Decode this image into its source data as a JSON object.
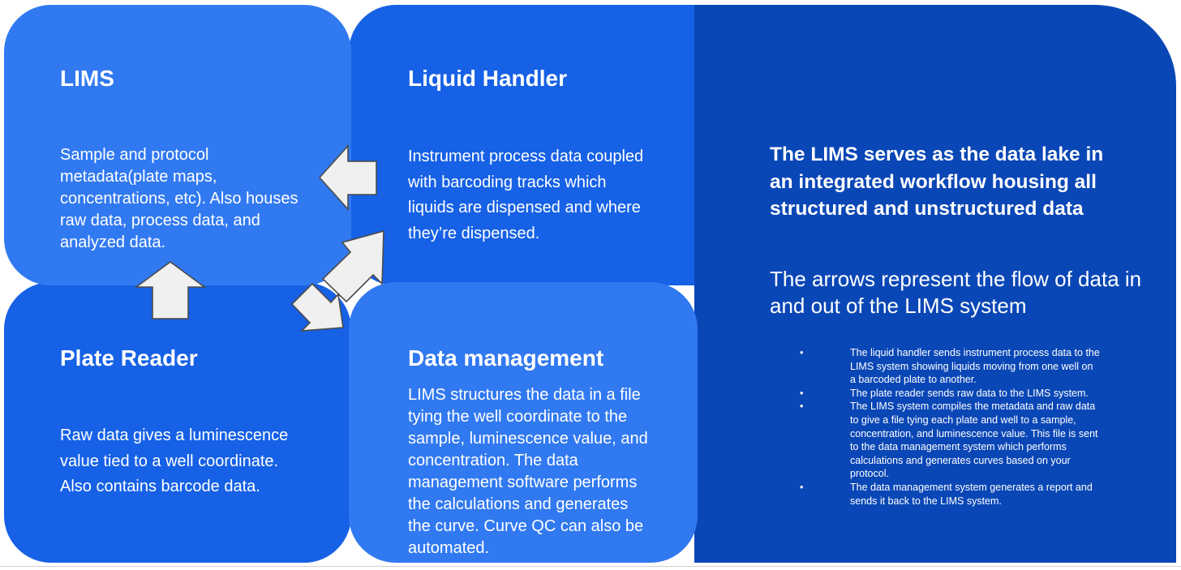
{
  "panels": {
    "lims": {
      "title": "LIMS",
      "body": "Sample and protocol metadata(plate maps, concentrations, etc). Also houses raw data, process data, and analyzed data."
    },
    "liquid_handler": {
      "title": "Liquid Handler",
      "body": "Instrument process data coupled with barcoding tracks which liquids are dispensed and where they’re dispensed."
    },
    "plate_reader": {
      "title": "Plate Reader",
      "body": "Raw data gives a luminescence value tied to a well coordinate. Also contains barcode data."
    },
    "data_management": {
      "title": "Data management",
      "body": "LIMS structures the data in a file tying the well coordinate to the sample, luminescence value, and concentration. The data management software performs the calculations and generates the curve. Curve QC can also be automated."
    }
  },
  "summary": {
    "headline": "The LIMS serves as the data lake in an integrated workflow housing all structured and unstructured data",
    "subheadline": "The arrows represent the flow of data in and out of the LIMS system",
    "bullet_symbol": "•",
    "bullets": [
      "The liquid handler sends instrument process data to the LIMS system showing liquids moving from one well on a barcoded plate to another.",
      "The plate reader sends raw data to the LIMS system.",
      "The LIMS system compiles the metadata and raw data to give a file tying each plate and well to a sample, concentration, and luminescence value. This file is sent to the data management system which performs calculations and generates curves based on your protocol.",
      "The data management system generates a report and sends it back to the LIMS system."
    ]
  },
  "colors": {
    "light_blue": "#3179f1",
    "medium_blue": "#1661e6",
    "dark_blue": "#0a47b6",
    "arrow_fill": "#f0f0f0",
    "arrow_stroke": "#4b4b4b"
  },
  "icons": {
    "arrow_lh_to_lims": "left-arrow-icon",
    "arrow_pr_to_lims": "up-arrow-icon",
    "arrow_lims_to_dm": "down-right-arrow-icon",
    "arrow_dm_to_lims": "up-right-arrow-icon"
  }
}
